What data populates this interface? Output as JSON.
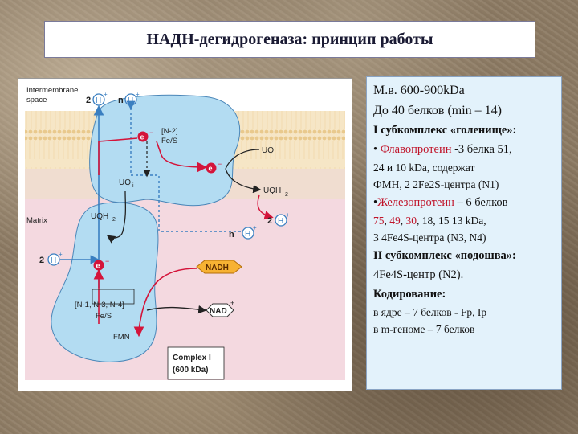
{
  "title": "НАДН-дегидрогеназа: принцип работы",
  "diagram": {
    "intermembrane_label_1": "Intermembrane",
    "intermembrane_label_2": "space",
    "matrix_label": "Matrix",
    "top_proton_count_left": "2",
    "top_proton_count_right": "n",
    "proton_symbol": "H",
    "plus_sign": "+",
    "minus_sign": "−",
    "electron_symbol": "e",
    "n2_label": "[N-2]",
    "fes_label_top": "Fe/S",
    "uq_label": "UQ",
    "uqh2_label": "UQH",
    "uqh2_sub": "2",
    "uqi_label": "UQ",
    "uqi_sub": "i",
    "uqh2i_label": "UQH",
    "uqh2i_sub": "2i",
    "right_proton_count": "2",
    "matrix_proton_count_n": "n",
    "left_proton_count": "2",
    "nadh_label": "NADH",
    "nad_label": "NAD",
    "n_cluster_label": "[N-1, N-3, N-4]",
    "fes_label_bottom": "Fe/S",
    "fmn_label": "FMN",
    "complex_label_1": "Complex I",
    "complex_label_2": "(600 kDa)",
    "colors": {
      "membrane": "#f4e3c2",
      "matrix": "#f3d4dc",
      "protein": "#b3dcf2",
      "arrow_red": "#d4143a",
      "arrow_blue": "#3a7fc1",
      "nadh_fill": "#f7b233"
    }
  },
  "info": {
    "mw": "М.в. 600-900kDa",
    "proteins": "До 40 белков (min – 14)",
    "sub1_title": "I субкомплекс «голенище»:",
    "flavo_bullet": "•",
    "flavo_name": "Флавопротеин",
    "flavo_text": " -3 белка 51,",
    "flavo_line2": "24 и 10 kDa, содержат",
    "flavo_line3": "ФМН, 2 2Fe2S-центра (N1)",
    "ferro_name": "Железопротеин",
    "ferro_text": " – 6 белков",
    "ferro_n1": "75",
    "ferro_n2": "49",
    "ferro_n3": "30",
    "ferro_rest": ", 18, 15  13 kDa,",
    "ferro_line3": "3  4Fe4S-центра (N3, N4)",
    "sub2_title": "II субкомплекс «подошва»:",
    "sub2_text": "4Fe4S-центр (N2).",
    "coding_title": "Кодирование:",
    "coding_1": "в ядре – 7 белков - Fp, Ip",
    "coding_2": "в m-геноме – 7 белков",
    "comma": ", "
  }
}
